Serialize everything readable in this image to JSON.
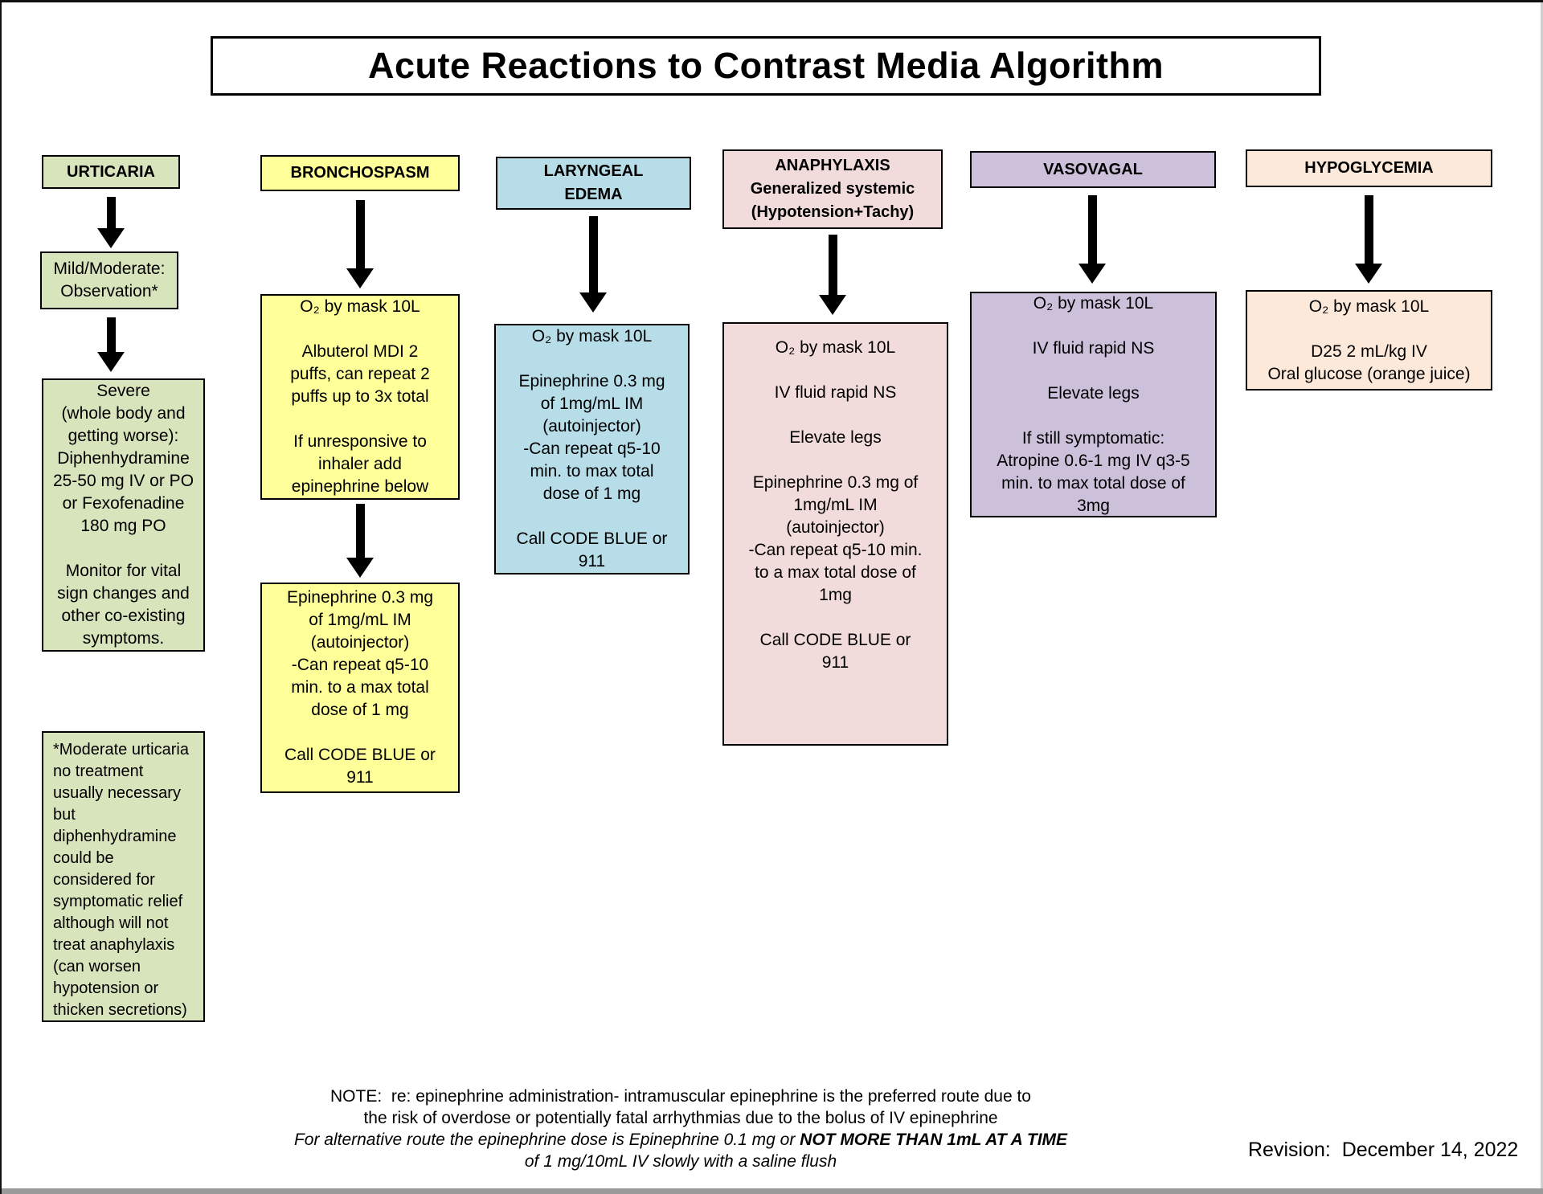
{
  "title": "Acute Reactions to Contrast Media Algorithm",
  "columns": [
    {
      "header": "URTICARIA",
      "color": "#d8e4bc",
      "boxes": [
        "Mild/Moderate:\nObservation*",
        "Severe\n(whole body and\ngetting worse):\nDiphenhydramine\n25-50 mg IV or PO\nor Fexofenadine\n180 mg PO\n\nMonitor for vital\nsign changes and\nother co-existing\nsymptoms.",
        "*Moderate urticaria\nno treatment\nusually necessary\nbut\ndiphenhydramine\ncould be\nconsidered for\nsymptomatic relief\nalthough will not\ntreat anaphylaxis\n(can worsen\nhypotension or\nthicken secretions)"
      ]
    },
    {
      "header": "BRONCHOSPASM",
      "color": "#ffff99",
      "boxes": [
        "O₂ by mask 10L\n\nAlbuterol MDI 2\npuffs, can repeat 2\npuffs up to 3x total\n\nIf unresponsive to\ninhaler add\nepinephrine below",
        "Epinephrine 0.3 mg\nof 1mg/mL IM\n(autoinjector)\n-Can repeat q5-10\nmin. to a max total\ndose of 1 mg\n\nCall CODE BLUE or\n911"
      ]
    },
    {
      "header": "LARYNGEAL\nEDEMA",
      "color": "#b7dde8",
      "boxes": [
        "O₂ by mask 10L\n\nEpinephrine 0.3 mg\nof 1mg/mL IM\n(autoinjector)\n-Can repeat q5-10\nmin. to max total\ndose of 1 mg\n\nCall CODE BLUE or\n911"
      ]
    },
    {
      "header": "ANAPHYLAXIS\nGeneralized systemic\n(Hypotension+Tachy)",
      "color": "#f2dcdb",
      "boxes": [
        "O₂ by mask 10L\n\nIV fluid rapid NS\n\nElevate legs\n\nEpinephrine 0.3 mg of\n1mg/mL IM\n(autoinjector)\n-Can repeat q5-10 min.\nto a max total dose of\n1mg\n\nCall CODE BLUE or\n911"
      ]
    },
    {
      "header": "VASOVAGAL",
      "color": "#ccc0da",
      "boxes": [
        "O₂ by mask 10L\n\nIV fluid rapid NS\n\nElevate legs\n\nIf still symptomatic:\nAtropine 0.6-1 mg IV q3-5\nmin. to max total dose of\n3mg"
      ]
    },
    {
      "header": "HYPOGLYCEMIA",
      "color": "#fde9d9",
      "boxes": [
        "O₂ by mask 10L\n\nD25 2 mL/kg IV\nOral glucose (orange juice)"
      ]
    }
  ],
  "note": {
    "line1": "NOTE:  re: epinephrine administration- intramuscular epinephrine is the preferred route due to",
    "line2": "the risk of overdose or potentially fatal arrhythmias due to the bolus of IV epinephrine",
    "line3_italic": "For alternative route the epinephrine dose is Epinephrine 0.1 mg or ",
    "line3_bold_italic": "NOT MORE THAN 1mL AT A TIME",
    "line4_italic": "of 1 mg/10mL IV slowly with a saline flush"
  },
  "revision": "Revision:  December 14, 2022"
}
